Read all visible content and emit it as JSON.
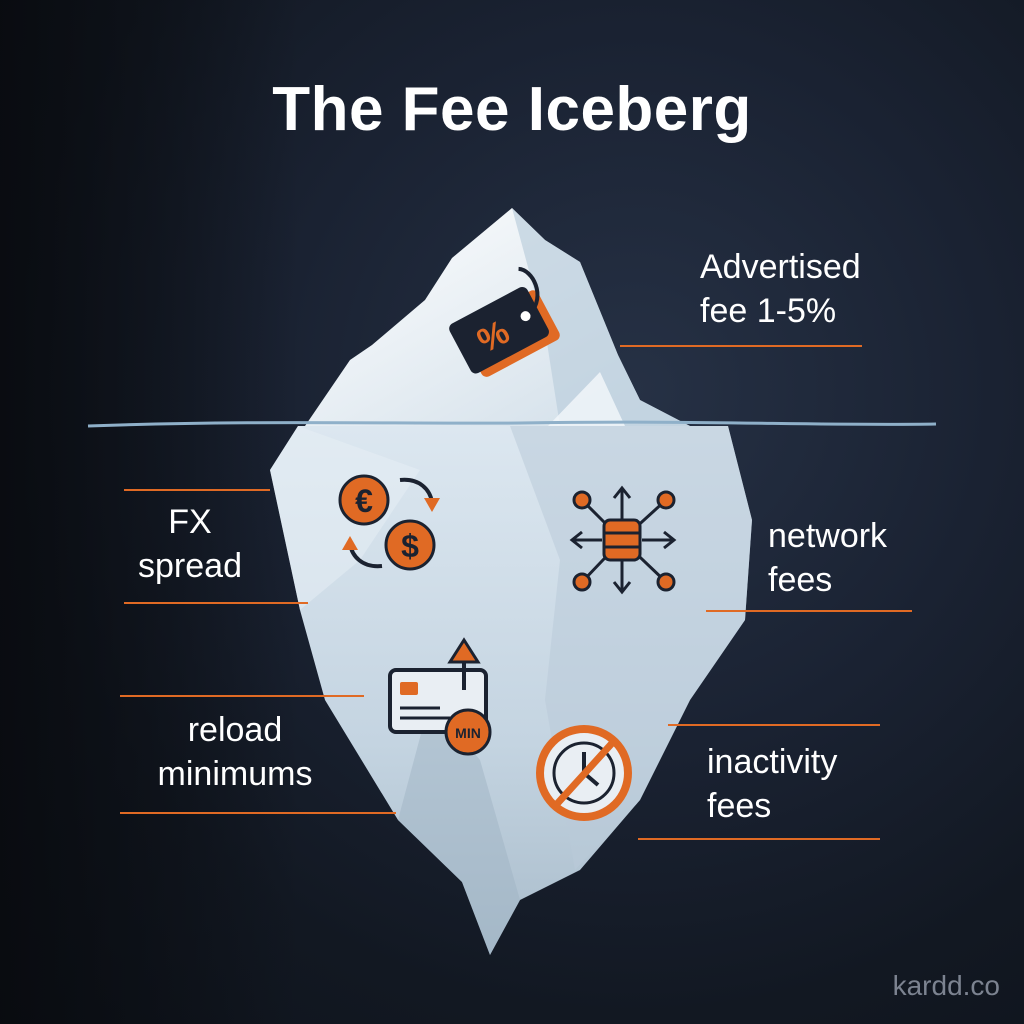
{
  "title": "The Fee Iceberg",
  "labels": {
    "advertised": [
      "Advertised",
      "fee 1-5%"
    ],
    "fx": [
      "FX",
      "spread"
    ],
    "network": [
      "network",
      "fees"
    ],
    "reload": [
      "reload",
      "minimums"
    ],
    "inactivity": [
      "inactivity",
      "fees"
    ]
  },
  "icons": {
    "advertised": "price-tag-percent-icon",
    "fx": "currency-exchange-icon",
    "network": "network-server-icon",
    "reload": "card-reload-icon",
    "inactivity": "clock-prohibited-icon"
  },
  "icon_text": {
    "percent": "%",
    "euro": "€",
    "dollar": "$",
    "min": "MIN"
  },
  "watermark": "kardd.co",
  "colors": {
    "accent": "#e06a24",
    "ice": "#dfe9f1",
    "background": "#161d29"
  }
}
